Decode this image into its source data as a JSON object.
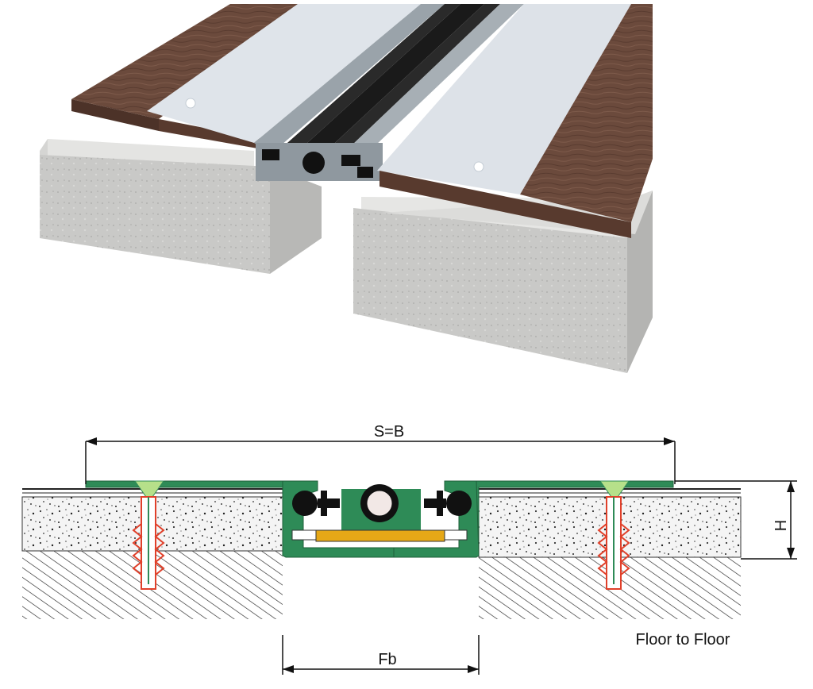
{
  "labels": {
    "span": "S=B",
    "height": "H",
    "gap": "Fb",
    "caption": "Floor to Floor"
  },
  "colors": {
    "profile": "#2e8b57",
    "profile_dark": "#1f5f3a",
    "rubber": "#111111",
    "slide_plate": "#e6a817",
    "screw": "#e0402a",
    "screw_head": "#b6e08a",
    "wood": "#6b4a3c",
    "floor_panel": "#dde3e8",
    "concrete": "#c8c8c6",
    "screed": "#e3e3e1"
  }
}
